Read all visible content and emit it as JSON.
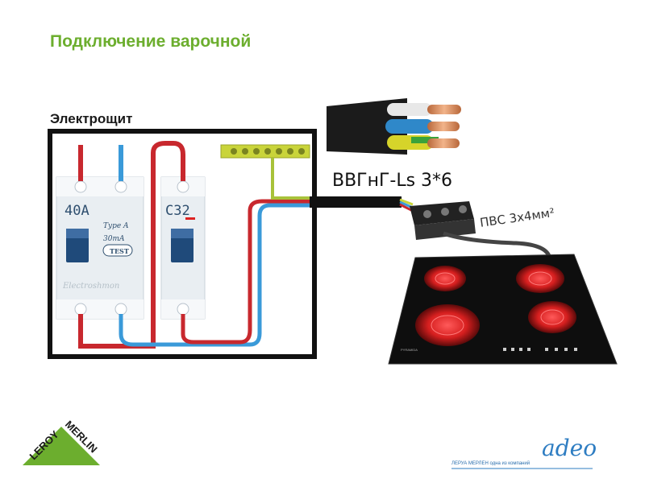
{
  "title": "Подключение варочной",
  "panel_label": "Электрощит",
  "cable_label": "ВВГнГ-Ls 3*6",
  "hob_cable_label": "ПВС 3х4мм²",
  "rcd": {
    "rating": "40A",
    "type": "Type A",
    "sensitivity": "30mA",
    "test": "TEST",
    "brand": "Electroshmon"
  },
  "breaker": {
    "rating": "C32"
  },
  "hob_brand": "PYRAMIDA",
  "footer": {
    "logo_word1": "LEROY",
    "logo_word2": "MERLIN",
    "company_text": "ЛЕРУА МЕРЛЕН  одна из компаний",
    "adeo": "adeo"
  },
  "colors": {
    "title_green": "#6cae2e",
    "phase_red": "#c8282e",
    "neutral_blue": "#3a9ad9",
    "earth_yellow_green": "#c9d43a",
    "cable_black": "#111111",
    "hob_glow": "#d61f1f"
  }
}
